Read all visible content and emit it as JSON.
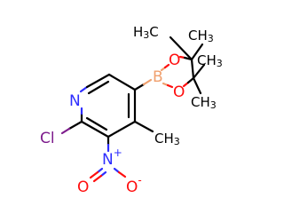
{
  "atoms": {
    "nitrogen_ring": {
      "symbol": "N",
      "color": "#2d2dff"
    },
    "chlorine": {
      "symbol": "Cl",
      "color": "#7d1c8c"
    },
    "nitro_nitrogen": {
      "symbol": "N",
      "charge": "+",
      "color": "#2d2dff"
    },
    "nitro_oxygen_double": {
      "symbol": "O",
      "color": "#ff0d0d"
    },
    "nitro_oxygen_single": {
      "symbol": "O",
      "charge": "-",
      "color": "#ff0d0d"
    },
    "boron": {
      "symbol": "B",
      "color": "#f0a06e"
    },
    "boronate_oxygen_upper": {
      "symbol": "O",
      "color": "#ff0d0d"
    },
    "boronate_oxygen_lower": {
      "symbol": "O",
      "color": "#ff0d0d"
    }
  },
  "methyl_groups": {
    "ring_methyl": {
      "main": "CH",
      "sub": "3"
    },
    "pinacol_methyl_1": {
      "main": "H",
      "sub": "3",
      "tail": "C"
    },
    "pinacol_methyl_2": {
      "main": "CH",
      "sub": "3"
    },
    "pinacol_methyl_3": {
      "main": "CH",
      "sub": "3"
    },
    "pinacol_methyl_4": {
      "main": "CH",
      "sub": "3"
    }
  }
}
